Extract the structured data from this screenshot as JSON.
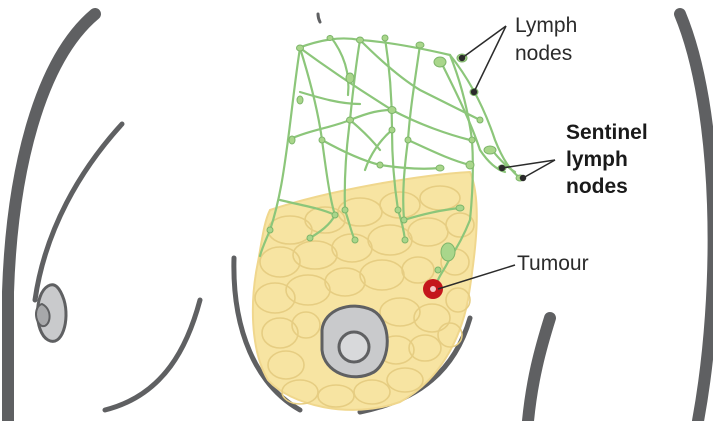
{
  "labels": {
    "lymph_nodes": [
      "Lymph",
      "nodes"
    ],
    "sentinel": [
      "Sentinel",
      "lymph",
      "nodes"
    ],
    "tumour": "Tumour"
  },
  "colors": {
    "outline": "#5f6062",
    "tissue": "#f7e4a2",
    "tissue_line": "#e6cd82",
    "vessel": "#8cc67a",
    "node": "#a9d68b",
    "tumour": "#c4161c",
    "nipple": "#c9cacc"
  },
  "icons": {
    "tumour": "red-dot-icon",
    "node": "lymph-node-icon"
  }
}
